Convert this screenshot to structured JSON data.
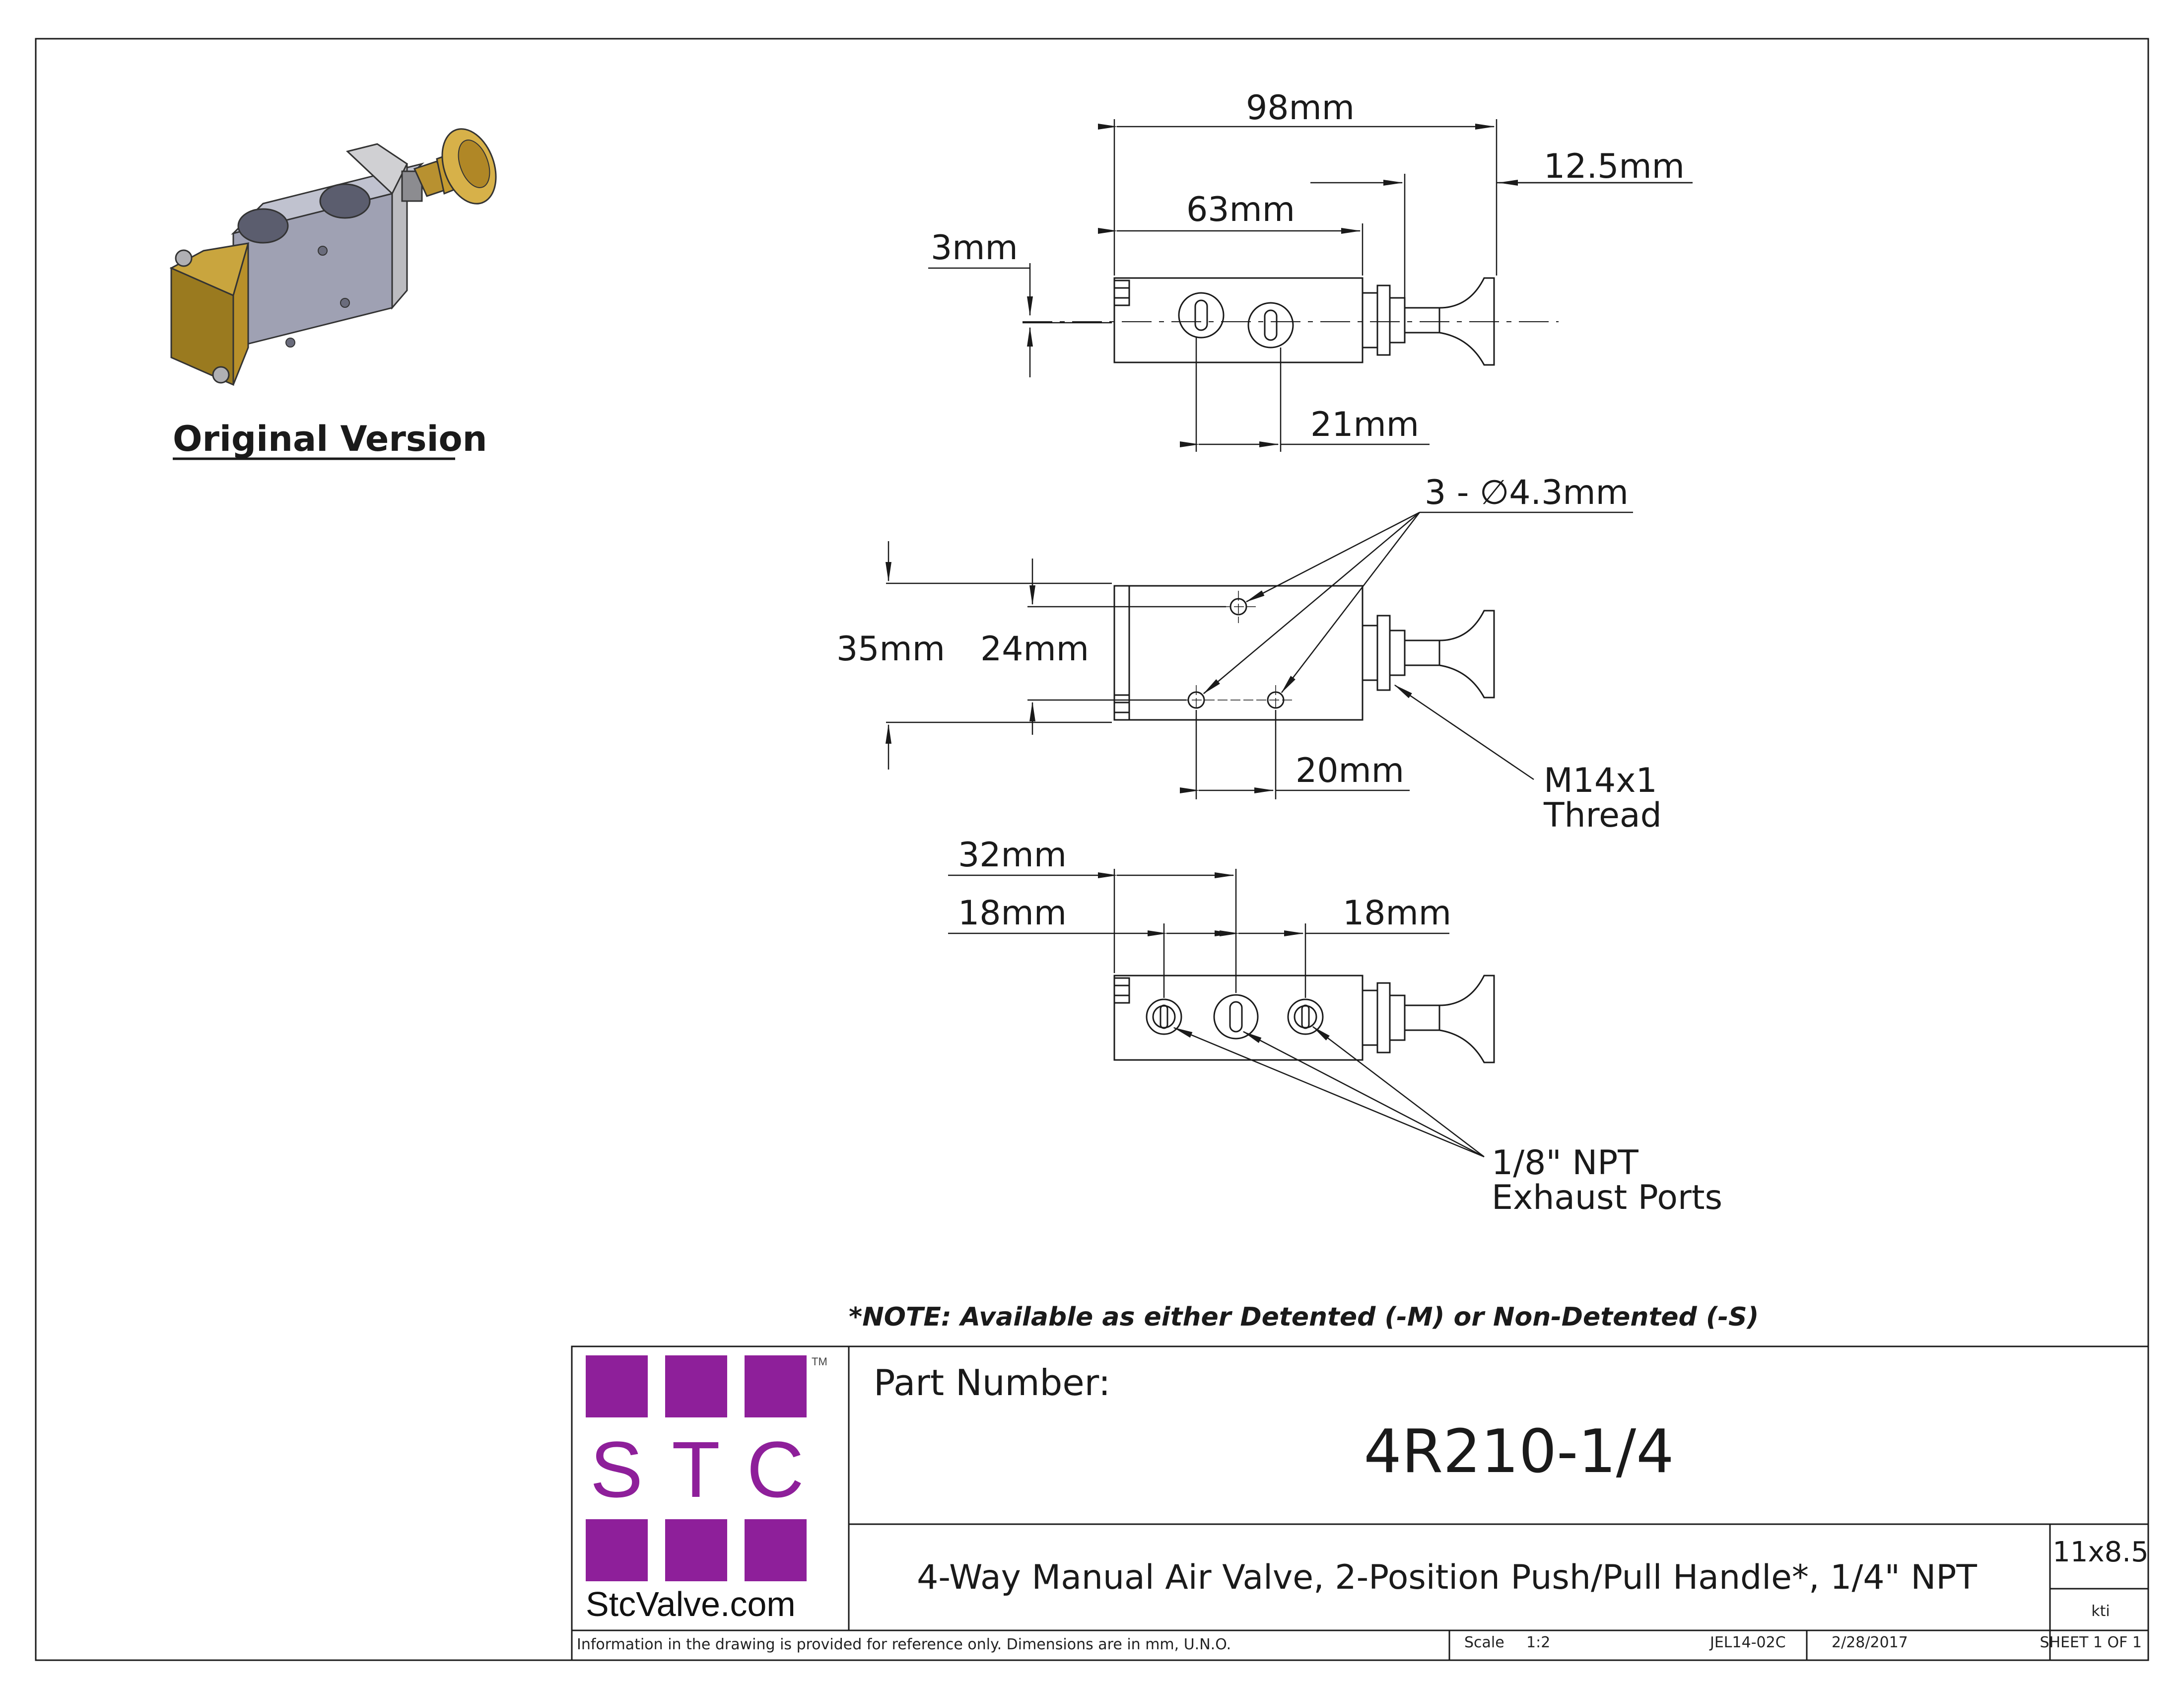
{
  "isometric_caption": "Original Version",
  "views": {
    "top": {
      "overall_length": "98mm",
      "body_length": "63mm",
      "handle_length": "12.5mm",
      "offset": "3mm",
      "port_spacing": "21mm"
    },
    "side": {
      "holes_callout": "3 - ∅4.3mm",
      "height_outer": "35mm",
      "height_inner": "24mm",
      "hole_spacing": "20mm",
      "thread_line1": "M14x1",
      "thread_line2": "Thread"
    },
    "bottom": {
      "width": "32mm",
      "left_spacing": "18mm",
      "right_spacing": "18mm",
      "ports_line1": "1/8\" NPT",
      "ports_line2": "Exhaust Ports"
    }
  },
  "note": "*NOTE: Available as either Detented (-M) or Non-Detented (-S)",
  "title_block": {
    "logo_letters": [
      "S",
      "T",
      "C"
    ],
    "logo_tm": "TM",
    "logo_site": "StcValve.com",
    "part_number_label": "Part Number:",
    "part_number": "4R210-1/4",
    "description": "4-Way Manual Air Valve, 2-Position Push/Pull Handle*, 1/4\" NPT",
    "size": "11x8.5",
    "drawn_by": "kti",
    "disclaimer": "Information in the drawing is provided for reference only. Dimensions are in mm, U.N.O.",
    "scale_label": "Scale",
    "scale_value": "1:2",
    "drawing_number": "JEL14-02C",
    "date": "2/28/2017",
    "sheet": "SHEET 1 OF 1"
  },
  "colors": {
    "logo_purple": "#8e1f9a",
    "brass": "#b8902a",
    "body_gray": "#a7a9b8",
    "line": "#1a1a1a"
  }
}
